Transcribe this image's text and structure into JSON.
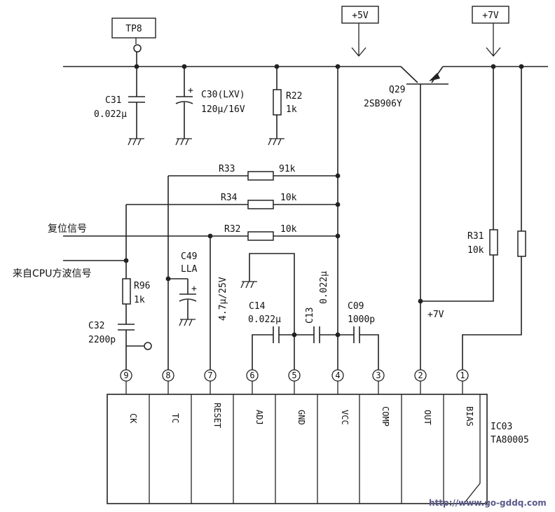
{
  "supplies": {
    "tp8": "TP8",
    "v5": "+5V",
    "v7": "+7V"
  },
  "components": {
    "c31": {
      "ref": "C31",
      "value": "0.022μ"
    },
    "c30": {
      "ref": "C30(LXV)",
      "value": "120μ/16V"
    },
    "r22": {
      "ref": "R22",
      "value": "1k"
    },
    "q29": {
      "ref": "Q29",
      "value": "2SB906Y"
    },
    "r33": {
      "ref": "R33",
      "value": "91k"
    },
    "r34": {
      "ref": "R34",
      "value": "10k"
    },
    "r32": {
      "ref": "R32",
      "value": "10k"
    },
    "c49": {
      "ref": "C49",
      "value": "LLA"
    },
    "c49v": "4.7μ/25V",
    "r96": {
      "ref": "R96",
      "value": "1k"
    },
    "c32": {
      "ref": "C32",
      "value": "2200p"
    },
    "c14": {
      "ref": "C14",
      "value": "0.022μ"
    },
    "c13": {
      "ref": "C13",
      "value": "0.022μ"
    },
    "c09": {
      "ref": "C09",
      "value": "1000p"
    },
    "r31": {
      "ref": "R31",
      "value": "10k"
    }
  },
  "signals": {
    "reset": "复位信号",
    "cpu_square": "来自CPU方波信号",
    "out_v": "+7V"
  },
  "ic": {
    "ref": "IC03",
    "part": "TA80005",
    "pins": [
      {
        "num": "9",
        "name": "CK"
      },
      {
        "num": "8",
        "name": "TC"
      },
      {
        "num": "7",
        "name": "RESET"
      },
      {
        "num": "6",
        "name": "ADJ"
      },
      {
        "num": "5",
        "name": "GND"
      },
      {
        "num": "4",
        "name": "VCC"
      },
      {
        "num": "3",
        "name": "COMP"
      },
      {
        "num": "2",
        "name": "OUT"
      },
      {
        "num": "1",
        "name": "BIAS"
      }
    ]
  },
  "watermark": "http://www.go-gddq.com"
}
